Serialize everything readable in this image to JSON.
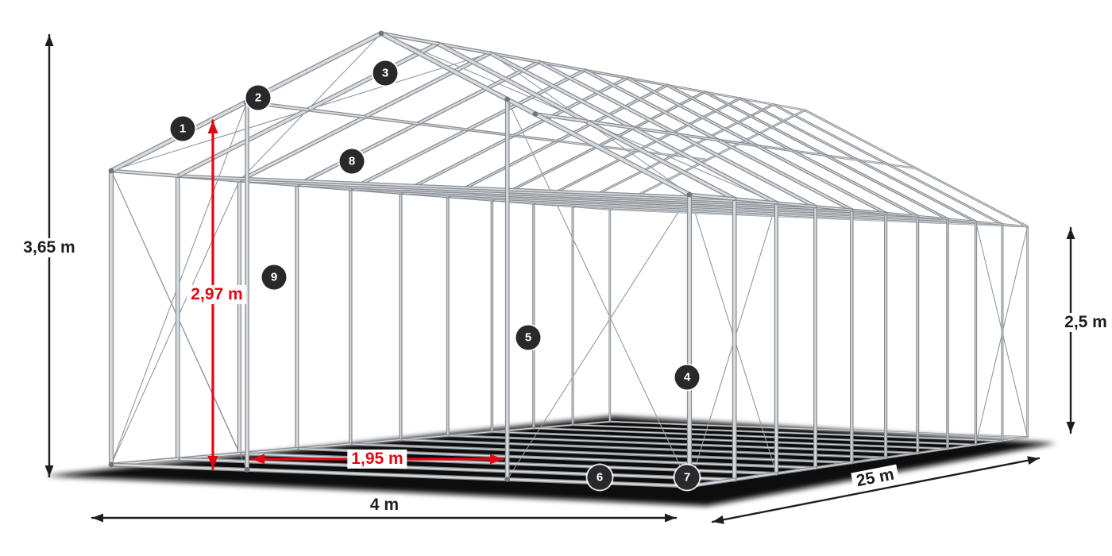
{
  "diagram": {
    "dimensions": {
      "total_height": "3,65 m",
      "door_height": "2,97 m",
      "side_height": "2,5 m",
      "door_width": "1,95 m",
      "width": "4 m",
      "length": "25 m"
    },
    "badges": [
      {
        "label": "1"
      },
      {
        "label": "2"
      },
      {
        "label": "3"
      },
      {
        "label": "4"
      },
      {
        "label": "5"
      },
      {
        "label": "6"
      },
      {
        "label": "7"
      },
      {
        "label": "8"
      },
      {
        "label": "9"
      }
    ],
    "colors": {
      "accent_red": "#e30613",
      "dimension_text": "#1d1d1b",
      "badge_background": "#29292c",
      "badge_text": "#ffffff",
      "frame_light": "#d8dbde",
      "frame_dark": "#8a9096",
      "cable": "#9099a0",
      "shadow": "#070707"
    }
  }
}
